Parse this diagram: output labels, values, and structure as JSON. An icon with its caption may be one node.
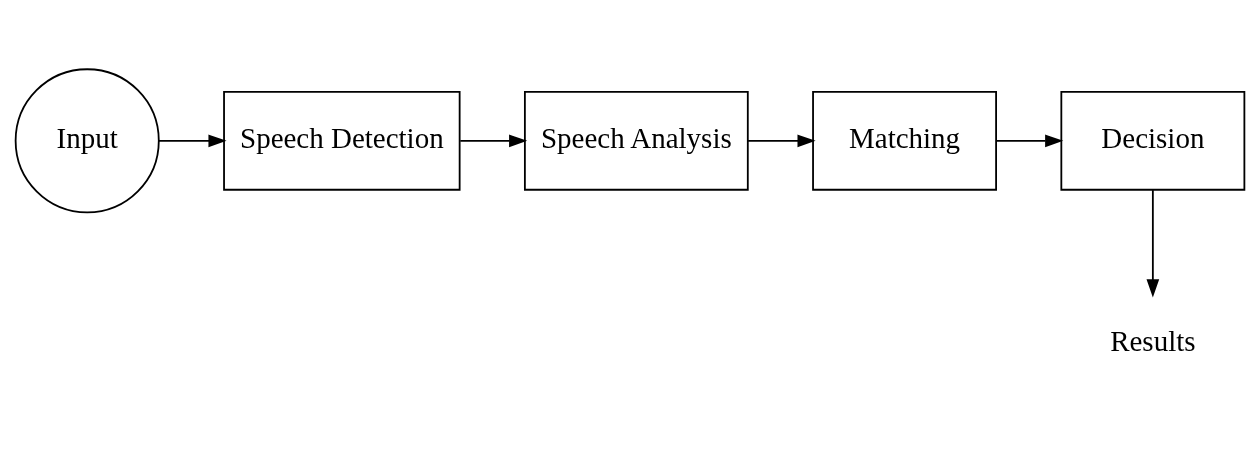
{
  "diagram": {
    "nodes": [
      {
        "text": [
          "Input"
        ]
      },
      {
        "text": [
          "Speech Detection"
        ]
      },
      {
        "text": [
          "Speech Analysis"
        ]
      },
      {
        "text": [
          "Matching"
        ]
      },
      {
        "text": [
          "Decision"
        ]
      },
      {
        "text": [
          "Results"
        ]
      }
    ],
    "edges": [
      {
        "from": 0,
        "to": 1,
        "arrow": "to"
      },
      {
        "from": 1,
        "to": 2,
        "arrow": "to"
      },
      {
        "from": 2,
        "to": 3,
        "arrow": "to"
      },
      {
        "from": 3,
        "to": 4,
        "arrow": "to"
      },
      {
        "from": 4,
        "to": 5,
        "arrow": "to"
      }
    ]
  }
}
